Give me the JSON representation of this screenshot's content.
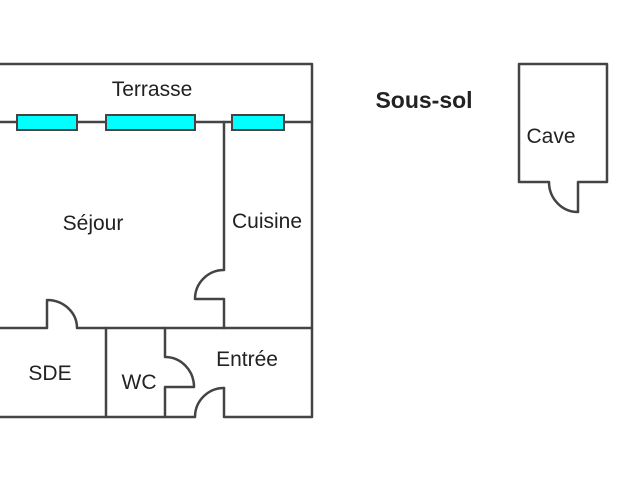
{
  "floor_plan": {
    "rooms": {
      "terrasse": "Terrasse",
      "sejour": "Séjour",
      "cuisine": "Cuisine",
      "sde": "SDE",
      "wc": "WC",
      "entree": "Entrée",
      "cave": "Cave"
    },
    "basement_label": "Sous-sol",
    "window_color": "#00ffff",
    "wall_color": "#444444"
  }
}
